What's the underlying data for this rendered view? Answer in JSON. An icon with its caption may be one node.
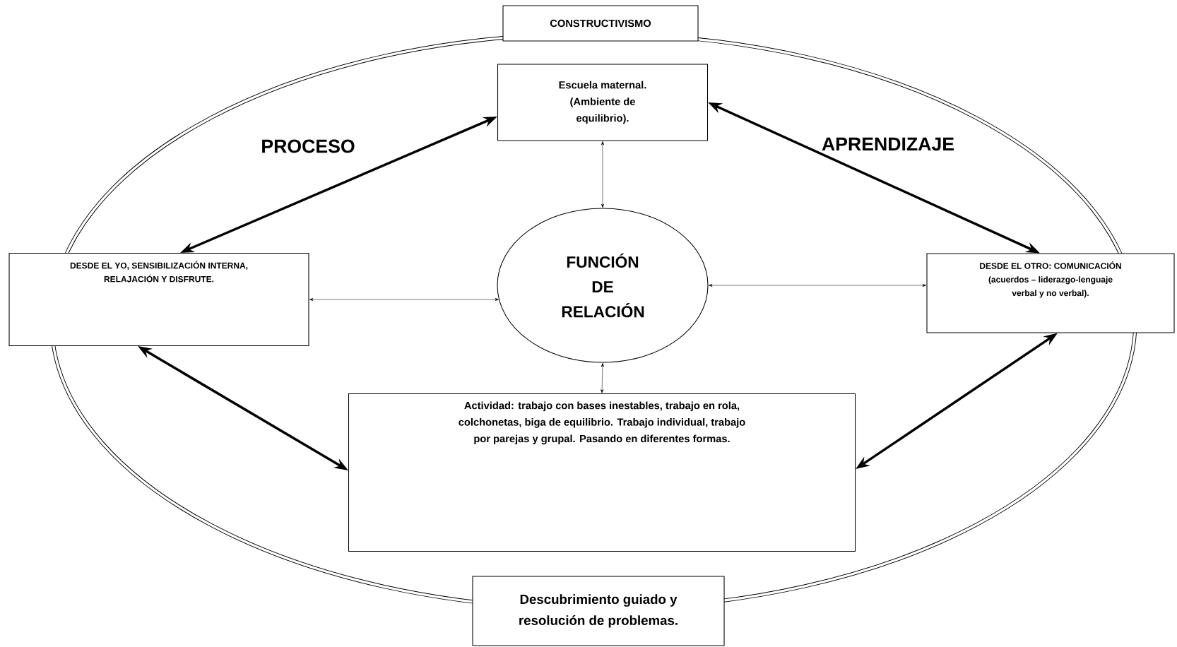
{
  "diagram": {
    "nodes": [
      {
        "text": [
          "CONSTRUCTIVISMO"
        ]
      },
      {
        "text": [
          "Escuela maternal. (Ambiente de equilibrio)."
        ]
      },
      {
        "text": [
          "DESDE EL YO, SENSIBILIZACIÓN INTERNA, RELAJACIÓN Y DISFRUTE."
        ]
      },
      {
        "text": [
          "FUNCIÓN DE RELACIÓN"
        ]
      },
      {
        "text": [
          "DESDE EL OTRO: COMUNICACIÓN (acuerdos – liderazgo-lenguaje verbal y no verbal)."
        ]
      },
      {
        "text": [
          "Actividad: trabajo con bases inestables, trabajo en rola, colchonetas, biga de equilibrio. Trabajo individual, trabajo por parejas y grupal. Pasando en diferentes formas."
        ]
      },
      {
        "text": [
          "Descubrimiento guiado y resolución de problemas."
        ]
      }
    ],
    "edges": [
      {
        "from": 2,
        "to": 1,
        "arrow": "both",
        "style": "thick"
      },
      {
        "from": 1,
        "to": 4,
        "arrow": "both",
        "style": "thick"
      },
      {
        "from": 1,
        "to": 3,
        "arrow": "both"
      },
      {
        "from": 2,
        "to": 3,
        "arrow": "both"
      },
      {
        "from": 3,
        "to": 4,
        "arrow": "both"
      },
      {
        "from": 3,
        "to": 5,
        "arrow": "both"
      },
      {
        "from": 2,
        "to": 5,
        "arrow": "both",
        "style": "thick"
      },
      {
        "from": 4,
        "to": 5,
        "arrow": "both",
        "style": "thick"
      }
    ],
    "labels": [
      "PROCESO",
      "APRENDIZAJE"
    ]
  }
}
